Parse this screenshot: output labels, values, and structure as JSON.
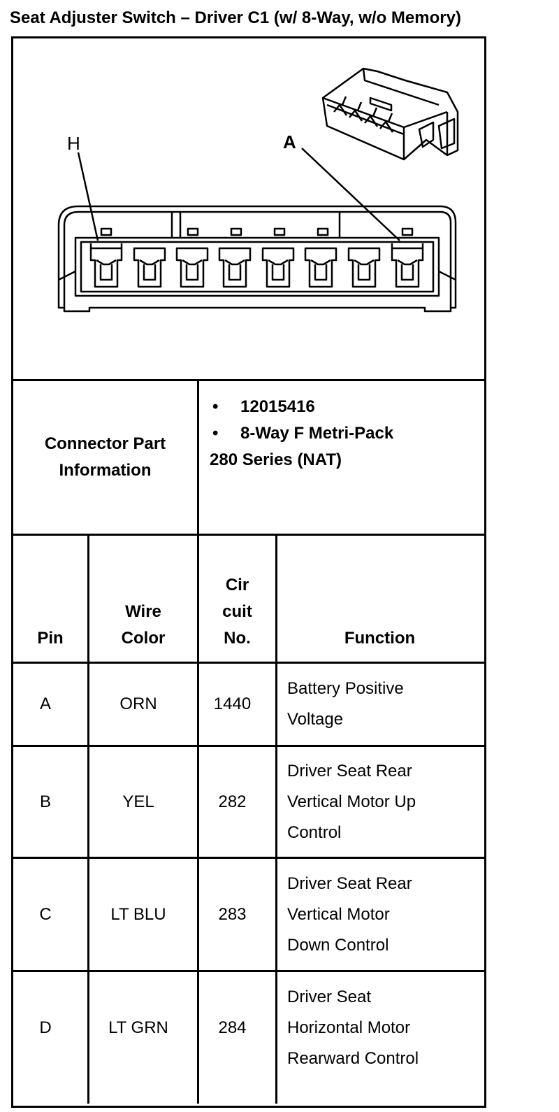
{
  "title": "Seat Adjuster Switch – Driver C1 (w/ 8-Way, w/o Memory)",
  "diagram": {
    "label_left": "H",
    "label_right": "A"
  },
  "part_info": {
    "label_line1": "Connector Part",
    "label_line2": "Information",
    "items": [
      "12015416",
      "8-Way F Metri-Pack"
    ],
    "continuation": "280 Series (NAT)"
  },
  "headers": {
    "pin": "Pin",
    "wire_color_1": "Wire",
    "wire_color_2": "Color",
    "circuit_1": "Cir",
    "circuit_2": "cuit",
    "circuit_3": "No.",
    "function": "Function"
  },
  "rows": [
    {
      "pin": "A",
      "color": "ORN",
      "circuit": "1440",
      "function": [
        "Battery Positive",
        "Voltage"
      ]
    },
    {
      "pin": "B",
      "color": "YEL",
      "circuit": "282",
      "function": [
        "Driver Seat Rear",
        "Vertical Motor Up",
        "Control"
      ]
    },
    {
      "pin": "C",
      "color": "LT BLU",
      "circuit": "283",
      "function": [
        "Driver Seat Rear",
        "Vertical Motor",
        "Down Control"
      ]
    },
    {
      "pin": "D",
      "color": "LT GRN",
      "circuit": "284",
      "function": [
        "Driver Seat",
        "Horizontal Motor",
        "Rearward Control"
      ]
    }
  ]
}
